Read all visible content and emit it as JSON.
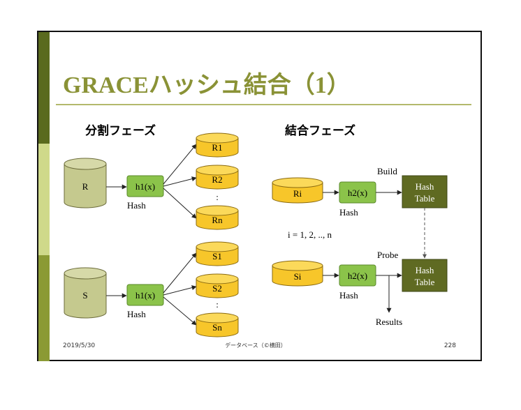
{
  "slide": {
    "title": "GRACEハッシュ結合（1）",
    "partition_heading": "分割フェーズ",
    "join_heading": "結合フェーズ",
    "footer_date": "2019/5/30",
    "footer_center": "データベース（©横田）",
    "footer_page": "228"
  },
  "partition": {
    "r_label": "R",
    "s_label": "S",
    "r_hash_label": "h1(x)",
    "s_hash_label": "h1(x)",
    "r_hash_caption": "Hash",
    "s_hash_caption": "Hash",
    "r_partitions": [
      "R1",
      "R2",
      "Rn"
    ],
    "s_partitions": [
      "S1",
      "S2",
      "Sn"
    ],
    "dots": ":"
  },
  "join": {
    "ri_label": "Ri",
    "si_label": "Si",
    "build_hash_label": "h2(x)",
    "probe_hash_label": "h2(x)",
    "build_hash_caption": "Hash",
    "probe_hash_caption": "Hash",
    "build_label": "Build",
    "probe_label": "Probe",
    "table1_line1": "Hash",
    "table1_line2": "Table",
    "table2_line1": "Hash",
    "table2_line2": "Table",
    "range_text": "i = 1, 2, .., n",
    "results_label": "Results"
  },
  "colors": {
    "title": "#8a9236",
    "table_rel": "#c5c98e",
    "partition_db": "#f7c62a",
    "hash_box": "#8bc34a",
    "hash_table": "#5f6a22"
  }
}
